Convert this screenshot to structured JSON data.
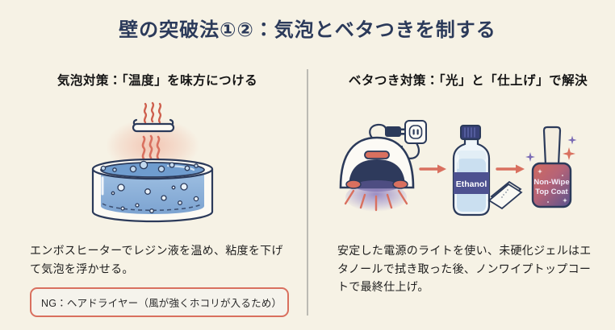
{
  "title": "壁の突破法①②：気泡とベタつきを制する",
  "colors": {
    "background": "#F6F2E5",
    "title_navy": "#2B3A5A",
    "accent_salmon": "#D9705F",
    "divider_gray": "#BCBBB3",
    "liquid_blue": "#7CA3D1",
    "label_purple": "#4D5190",
    "uv_glow_purple": "#7C6BB8"
  },
  "left": {
    "heading": "気泡対策：「温度」を味方につける",
    "body": "エンボスヒーターでレジン液を温め、粘度を下げて気泡を浮かせる。",
    "ng": "NG：ヘアドライヤー（風が強くホコリが入るため）",
    "illustration": "embossing-heater-warming-resin-dish-with-bubbles"
  },
  "right": {
    "heading": "ベタつき対策：「光」と「仕上げ」で解決",
    "body": "安定した電源のライトを使い、未硬化ジェルはエタノールで拭き取った後、ノンワイプトップコートで最終仕上げ。",
    "ethanol_label": "Ethanol",
    "topcoat_line1": "Non-Wipe",
    "topcoat_line2": "Top Coat",
    "illustration": "uv-lamp-to-ethanol-to-topcoat-flow"
  }
}
